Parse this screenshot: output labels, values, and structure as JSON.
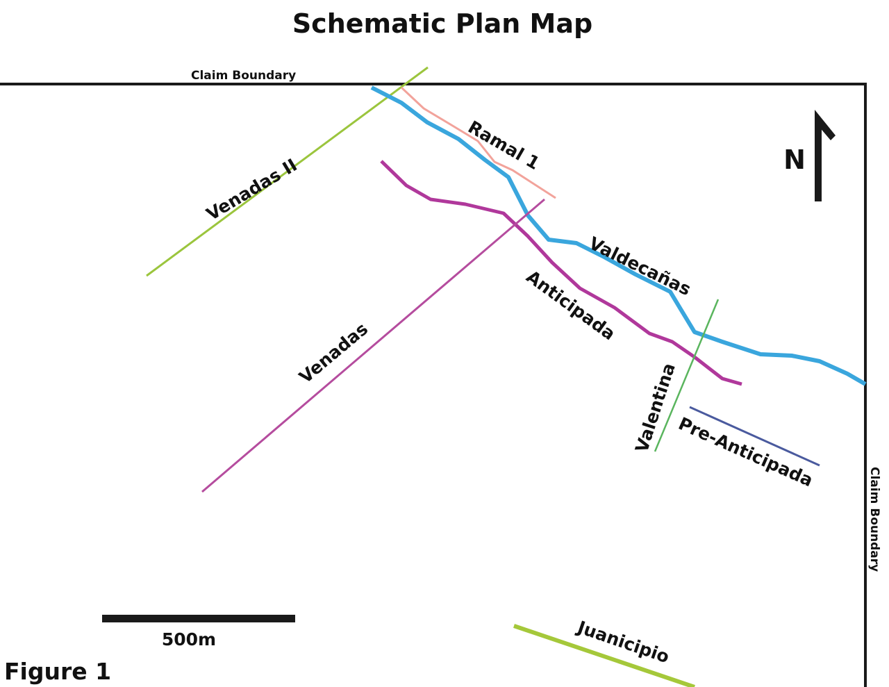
{
  "title": "Schematic Plan Map",
  "figure_label": "Figure 1",
  "north_label": "N",
  "scale_bar": {
    "label": "500m",
    "length_m": 500
  },
  "claim_boundary": {
    "top_label": "Claim Boundary",
    "right_label": "Claim Boundary",
    "color": "#1a1a1a"
  },
  "veins": [
    {
      "id": "venadas-ii",
      "label": "Venadas II",
      "color": "#9bc53d"
    },
    {
      "id": "ramal-1",
      "label": "Ramal 1",
      "color": "#f2a39b"
    },
    {
      "id": "valdecanas",
      "label": "Valdecañas",
      "color": "#3aa6dd"
    },
    {
      "id": "anticipada",
      "label": "Anticipada",
      "color": "#b0389b"
    },
    {
      "id": "venadas",
      "label": "Venadas",
      "color": "#b54c9e"
    },
    {
      "id": "valentina",
      "label": "Valentina",
      "color": "#5ab55e"
    },
    {
      "id": "pre-anticipada",
      "label": "Pre-Anticipada",
      "color": "#4a5a9e"
    },
    {
      "id": "juanicipio",
      "label": "Juanicipio",
      "color": "#a5c83a"
    }
  ]
}
